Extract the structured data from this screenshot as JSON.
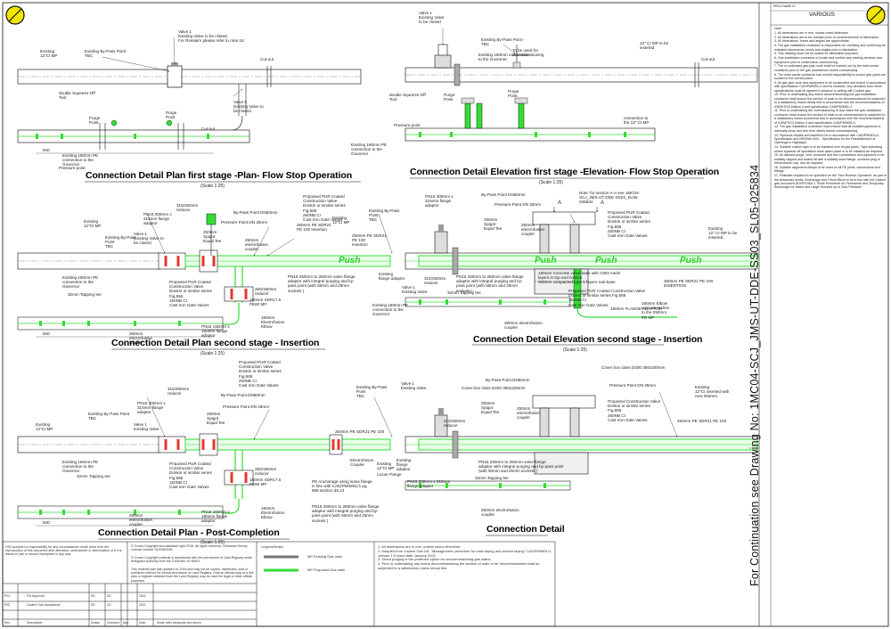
{
  "colors": {
    "pipe_existing": "#555555",
    "pipe_proposed": "#33dd33",
    "flange": "#e33a2e",
    "corner_mark": "#f2e600",
    "line": "#111111"
  },
  "header": {
    "various": "VARIOUS",
    "project_label": "PROJ NAME ID"
  },
  "continuation": "For Continuation see Drawing No: 1MC04-SCJ_JMS-UT-DDE-SS03_SL05-025834",
  "titles": {
    "plan1": "Connection Detail Plan first stage -Plan- Flow Stop Operation",
    "elev1": "Connection Detail Elevation first stage -Elevation- Flow Stop Operation",
    "plan2": "Connection Detail Plan second stage - Insertion",
    "elev2": "Connection Detail Elevation second stage - Insertion",
    "plan3": "Connection Detail Plan - Post-Completion",
    "elev3": "Connection Detail"
  },
  "scale": "(Scale 1:25)",
  "push_label": "Push",
  "labels": {
    "p1_existing": "Existing\n12\"CI MP",
    "p1_bypass": "Existing By-Pass Point\nTBC",
    "p1_valve1": "Valve 1\nExisting Valve to be closed.\nFor Rossairn please refer to note 15.",
    "p1_cutout1": "Cut-out",
    "p1_valve5": "Valve 5\nExisting Valve to\nbe closed",
    "p1_squeeze": "double Squeeze-Off\nTool",
    "p1_purge": "Purge\nPoint",
    "p1_purge2": "Purge\nPoint",
    "p1_cutout2": "Cut-out",
    "p1_existing180": "Existing 180mm PE\nconnection to the\nGovernor",
    "p1_pressure": "Pressure point",
    "e1_valve1": "Valve 1\nExisting Valve\nto be closed",
    "e1_bypass": "Existing By-Pass Point -\nTBC",
    "e1_cimp": "12\" CI MP to be\ninserted",
    "e1_tobeused": "To be used for\ndecommissioning",
    "e1_existing180": "Existing 180mm connection\nto the Governor",
    "e1_cutout": "Cut-out",
    "e1_squeeze": "double Squeeze-Off\nTool",
    "e1_purge": "Purge\nPoint",
    "e1_purge2": "Purge\nPoint",
    "e1_pressure": "Pressure point",
    "e1_gov": "Existing 180mm PE\nconnection to the\nGovernor",
    "e1_conn": "connection to\nthe 12\" CI MP",
    "p2_reducer": "315/250mm\nreducer",
    "p2_pn16": "PN16 300mm x\n315mm flange\nadaptor",
    "p2_bypassdn": "By-Pass Point DN50mm",
    "p2_pressure": "Pressure Point DN 25mm",
    "p2_spigot": "250mm\nSpigot\nEqual Tee",
    "p2_electro": "250mm\nelectrofusion\ncoupler",
    "p2_existing": "Existing\n12\"CI MP",
    "p2_bypass": "Existing By-Pass\nPoint\nTBC",
    "p2_valve": "Valve 1\nExisting Valve to\nbe closed",
    "p2_pur": "Proposed PUR Coated\nConstruction Valve\nDonkin or similar series\nFig.555\n250NB CI\nCast Iron Gate Valves",
    "p2_pe250": "250mm PE SDR21\nPE 100  Insertion",
    "p2_flange": "PN16 250mm to 250mm valve flange\nadaptor with integral purging and by-\npass point (with 50mm and 25mm\nsockets )",
    "p2_gov": "Existing 180mm PE\nconnection to the\nGovernor",
    "p2_pur2": "Proposed PUR Coated\nConstruction Valve\nDonkin or similar series\nFig.555\n150NB CI\nCast Iron Gate Valves",
    "p2_reducer2": "250/180mm\nreducer",
    "p2_sdr": "180mm SDR17.6\nPE80 MP",
    "p2_tapping": "32mm Tapping tee",
    "p2_pn16b": "PN16 150mm x\n180mm flange\nadaptor",
    "p2_elbow": "180mm\nElectrofusion\nElbow",
    "p2_coupler": "250mm\nelectrofusion\ncoupler",
    "e2_pn16": "PN16 300mm x\n315mm flange\nadaptor",
    "e2_bypass": "Existing By-Pass\nPoint\nTBC",
    "e2_bypassdn": "By-Pass Point DN50mm",
    "e2_pressure": "Pressure Point  DN 25mm",
    "e2_note": "Note: for section A-A see 1MC04-\nSCJ_JMS-UT-DDE-SS03_SL05-\n025834",
    "e2_pur": "Proposed PUR Coated\nConstruction Valve\nDonkin or similar series\nFig.555\n250NB CI\nCast Iron Gate Valves",
    "e2_spigot": "250mm\nSpigot\nEqual Tee",
    "e2_electro": "250mm\nelectrofusion\ncoupler",
    "e2_pe250": "250mm PE SDR21\nPE 100\nInsertion",
    "e2_existing": "Existing\n12\"CI MP",
    "e2_existing2": "Existing\n12\" CI MP to be\ninserted",
    "e2_flangeadaptor": "Existing\nflange adaptor",
    "e2_reducer": "315/250mm\nreducer",
    "e2_flange": "PN16 250mm to 250mm valve flange\nadaptor with integral purging and by-\npass point (with 50mm and 25mm\nsockets )",
    "e2_concrete": "190mm Concrete valve base with A393 mesh\nlayers in top and bottom\n100mm compacted type 1 layers sub-base",
    "e2_valve": "Valve 1\nExisting Valve",
    "e2_tapping": "32mm Tapping tee",
    "e2_gov": "Existing 180mm PE\nconnection to the\nGovernor",
    "e2_pur2": "Proposed PUR Coated  Construction Valve\nDonkin or similar series Fig.555\n150NB CI\nCast Iron Gate Valves",
    "e2_elbow": "180mm Elbow\nand connection\nto the 250mm\nPE MP",
    "e2_flange180": "180mm FLANGE ADAPTOR",
    "e2_pe100": "250mm PE SDR21 PE 100\nINSERTION",
    "e2_coupler": "250mm electrofusion\ncoupler",
    "p3_reducer": "315/250mm\nreducer",
    "p3_pn16": "PN16 300mm x\n315mm flange\nadaptor",
    "p3_pur": "Proposed PUR Coated\nConstruction Valve\nDonkin or similar series\nFig.555\n250NB CI\nCast Iron Gate Valves",
    "p3_bypassdn": "By-Pass Point DN50mm",
    "p3_pressure": "Pressure Point DN 25mm",
    "p3_spigot": "250mm\nSpigot\nEqual Tee",
    "p3_existing": "Existing\n12\"CI MP",
    "p3_valve": "Valve 1\nExisting Valve",
    "p3_pe": "250mm PE SDR21 PE 100",
    "p3_bypass": "Existing By-Pass Point\nTBC",
    "p3_gov": "Existing 180mm PE\nconnection to the\nGovernor",
    "p3_pur2": "Proposed PUR Coated\nConstruction Valve\nDonkin or similar series\nFig.555\n150NB CI\nCast Iron Gate Valves",
    "p3_reducer2": "250/180mm\nreducer",
    "p3_sdr": "180mm SDR17.6\nPE80 MP",
    "p3_tapping": "32mm Tapping tee",
    "p3_electro": "Electrofusion\nCoupler",
    "p3_existing12": "Existing\n12\"CI MP",
    "p3_locas": "Locas Flange",
    "p3_anchor": "PE Anchorage using loose flange\nin line with CAD/PM/MSL/1 pg\n868 section 36.13",
    "p3_flange": "PN16 250mm to 250mm valve flange\nadaptor with integral purging and by-\npass point (with 50mm and 25mm\nsockets )",
    "p3_pn16b": "PN16 150mm x\n180mm flange\nadaptor",
    "p3_elbow": "180mm\nElectrofusion\nElbow",
    "p3_coupler": "250mm\nelectrofusion\ncoupler",
    "e3_valve": "Valve 1\nExisting Valve",
    "e3_bypass": "Existing By-Pass\nPoint\nTBC",
    "e3_cover": "Cover box class D400 300x300mm",
    "e3_cover2": "Cover box class D400 380x325mm",
    "e3_bypassdn": "By-Pass Point DN50mm",
    "e3_pressure": "Pressure Point  DN 25mm",
    "e3_spigot": "250mm\nSpigot\nEqual Tee",
    "e3_electro": "250mm\nelectrofusion\ncoupler",
    "e3_pur": "Proposed Construction Valve\nDonkin or similar series\nFig.555\n250NB CI\nCast Iron Gate Valves",
    "e3_existing": "Existing\n12\"CI inserted with\nnew 250mm",
    "e3_pe": "250mm PE SDR21 PE 100",
    "e3_reducer": "315/250mm\nreducer",
    "e3_existingfa": "Existing\nflange\nadaptor",
    "e3_pn16": "PN16 300mm x 315mm\nflange adaptor",
    "e3_flange": "PN16 250mm to 250mm valve flange\nadaptor with integral purging and by-pass point\n(with 50mm and 25mm sockets )",
    "e3_tapping": "32mm Tapping tee",
    "e3_coupler": "250mm electrofusion\ncoupler",
    "dim_940": "940",
    "dim_a": "A"
  },
  "notes": [
    "Note:",
    "1. All dimensions are in mm, unless noted otherwise.",
    "2. All dimensions are to be checked prior to commencement of fabrication.",
    "3. All dimensions, levels and angles are approximate.",
    "4. The gas installation contractor is responsible for checking and confirming all indicated dimensions, levels and angles prior to fabrication.",
    "5. This drawing must not be scaled for fabrication purposes.",
    "6. Gas installation contractor to locate and confirm any existing services and equipment prior to construction commencing.",
    "7. The co-ordinated gas pipe route shall be marked out by the main works contractor prior to the gas downstream works commencing.",
    "8. The main works contractor has overall responsibility to ensure gas pipes are located in the correct place.",
    "9. All gas pipe work and equipment to be constructed and tested in accordance with specification CAD/PM/MSL/1 and its modules. Any deviation from these specifications must be agreed in advance in writing with Cadent gas.",
    "10. Prior to undertaking any mains decommissioning the gas installation contractor shall ensure the section of main to be decommissioned is subjected to a satisfactory mains decay test in accordance with the recommendations of IGEM/TD/3 Edition 5 and specification CAD/PM/MSL/1.",
    "11. Prior to undertaking the commissioning of any mains the gas installation contractor shall ensure the section of main to be commissioned is subjected to a satisfactory mains soundness test in accordance with the recommendations of IGEM/TD/3 Edition 5 and specification CAD/PM/MSL/1.",
    "12. The gas installation contractor must ensure that all installed pipework is internally clean and free from debris before commissioning.",
    "13. Pipework depths and backfill to be in accordance with CAD/PM/MSL/1 Specification and NRSWA 1991 - Specification for the Reinstatement of Openings in Highways.",
    "14. Suitable marker tape is to be installed over all gas pipes. Tape indicating where squeeze off operations have taken place is to be installed as required.",
    "15. All disused purge, vent, pressure and test connections and pipework to be suitably capped and tested off with a suitably sized flange, screwed plug or electrofusion cap, and as required.",
    "16. Suitable alignment clamps to be used on all PE joints, connections and fittings.",
    "17. Restraint required to be specified on the \"Non Routine Operation\" as part of the temporary works. Anchorage and Thrust Block to be in line with the Cadent gas document GD/PROSM 3 \"Work Procedure for Permanent and Temporary Anchorage for Mains and Large Services up to 2bar Pressure\""
  ],
  "legend": {
    "title": "Legend/Notes",
    "existing": "MP Existing Gas main",
    "proposed": "MP Proposed Gas main"
  },
  "footnotes": [
    "1. All dimensions are in mm, unless noted otherwise.",
    "2. Adapted from Cadent Gas Ltd. \"Management procedure for main laying and service laying\" CAD/PM/MSL/1 Version 1.5 Issue date January 2021.",
    "3. Direct purging is the preferred option for decommissioning gas mains.",
    "4. Prior to undertaking any mains decommissioning the section of main to be decommissioned shall be subjected to a satisfactory mains decay test."
  ],
  "titleblock": {
    "disclaimer": "HS2 accepts no responsibility for any circumstances which arise from the reproduction of this document after alteration, amendment or abbreviation or if it is issued in part or issued incomplete in any way.",
    "copyright1": "© Crown Copyright and database right 2018. All rights reserved. Ordnance Survey Licence number 0100049190.",
    "copyright2": "© Crown Copyright material is reproduced with the permission of Land Registry under delegated authority from the Controller of HMSO.",
    "copyright3": "This material was last updated on 2018 and may not be copied, distributed, sold or published without the formal permission of Land Registry. Only an official copy of a title plan or register obtained from the Land Registry may be used for legal or other official purposes.",
    "revisions": [
      {
        "rev": "P01",
        "desc": "For Approval",
        "by": "SD",
        "chk": "DC",
        "date": "2021"
      },
      {
        "rev": "P02",
        "desc": "Cadent Gas Acceptance",
        "by": "SD",
        "chk": "DC",
        "date": "2021"
      }
    ],
    "rev_headers": [
      "Rev",
      "Description",
      "Drawn",
      "Checked",
      "App",
      "Date"
    ],
    "rev_extra": "Scale refer viewports see above"
  }
}
